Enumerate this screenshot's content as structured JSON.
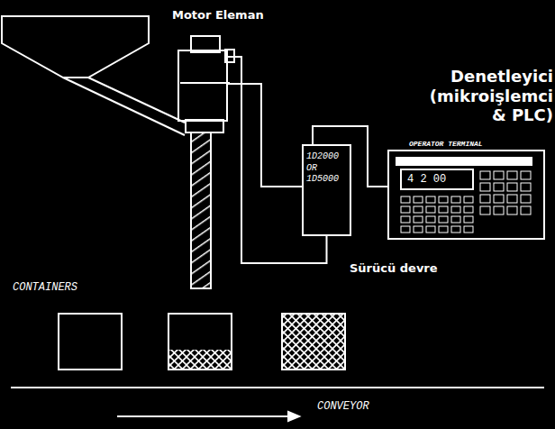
{
  "diagram": {
    "nodes": [
      {
        "text": [
          "Motor Eleman"
        ]
      },
      {
        "text": [
          "1D2000 OR 1D5000"
        ]
      },
      {
        "text": [
          "OPERATOR TERMINAL",
          "4 2 00"
        ]
      }
    ],
    "edges": [
      {
        "from": 0,
        "to": 1,
        "arrow": "none"
      },
      {
        "from": 0,
        "to": 1,
        "arrow": "none"
      },
      {
        "from": 1,
        "to": 2,
        "arrow": "none"
      }
    ],
    "labels": [
      "Denetleyici (mikroişlemci & PLC)",
      "Sürücü devre",
      "CONTAINERS",
      "CONVEYOR"
    ]
  }
}
